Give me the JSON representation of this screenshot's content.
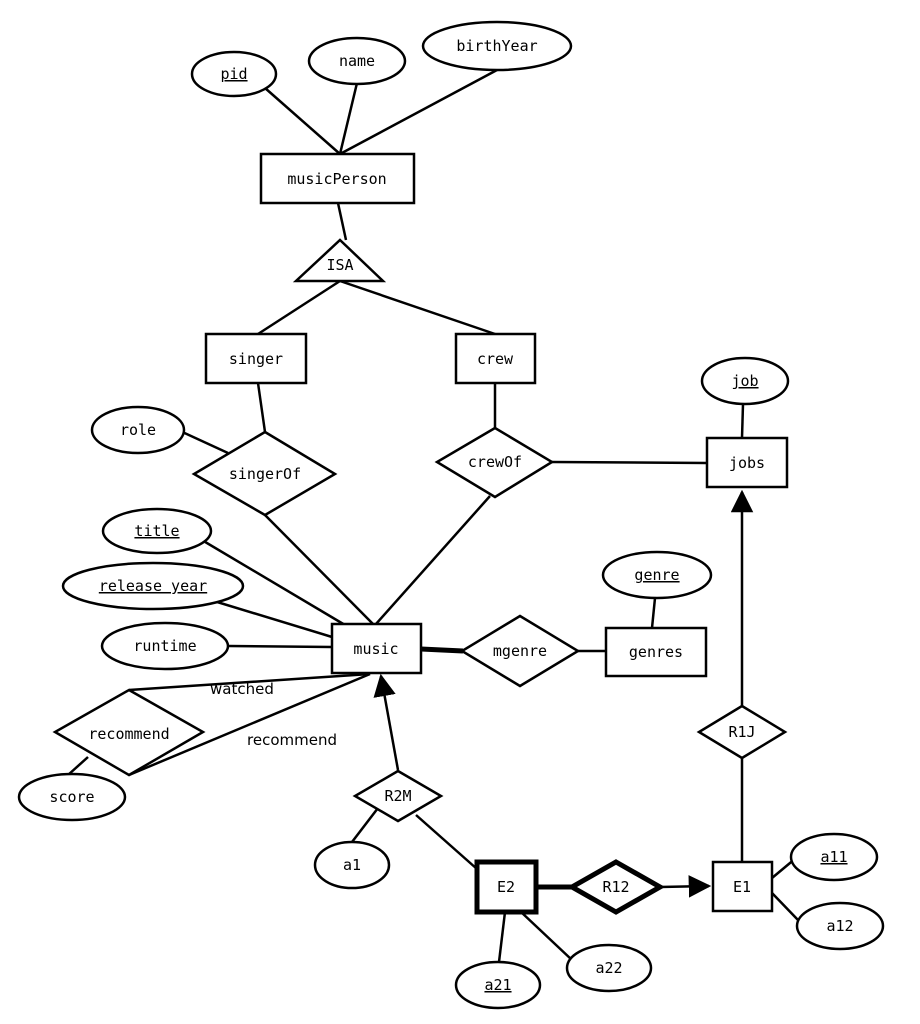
{
  "entities": {
    "musicPerson": "musicPerson",
    "singer": "singer",
    "crew": "crew",
    "jobs": "jobs",
    "music": "music",
    "genres": "genres",
    "e1": "E1",
    "e2": "E2"
  },
  "isa": "ISA",
  "relationships": {
    "singerOf": "singerOf",
    "crewOf": "crewOf",
    "mgenre": "mgenre",
    "recommend": "recommend",
    "r2m": "R2M",
    "r12": "R12",
    "r1j": "R1J"
  },
  "attributes": {
    "pid": "pid",
    "name": "name",
    "birthYear": "birthYear",
    "role": "role",
    "job": "job",
    "title": "title",
    "release_year": "release year",
    "runtime": "runtime",
    "genre": "genre",
    "score": "score",
    "a1": "a1",
    "a11": "a11",
    "a12": "a12",
    "a21": "a21",
    "a22": "a22"
  },
  "edge_labels": {
    "watched": "watched",
    "recommend": "recommend"
  }
}
